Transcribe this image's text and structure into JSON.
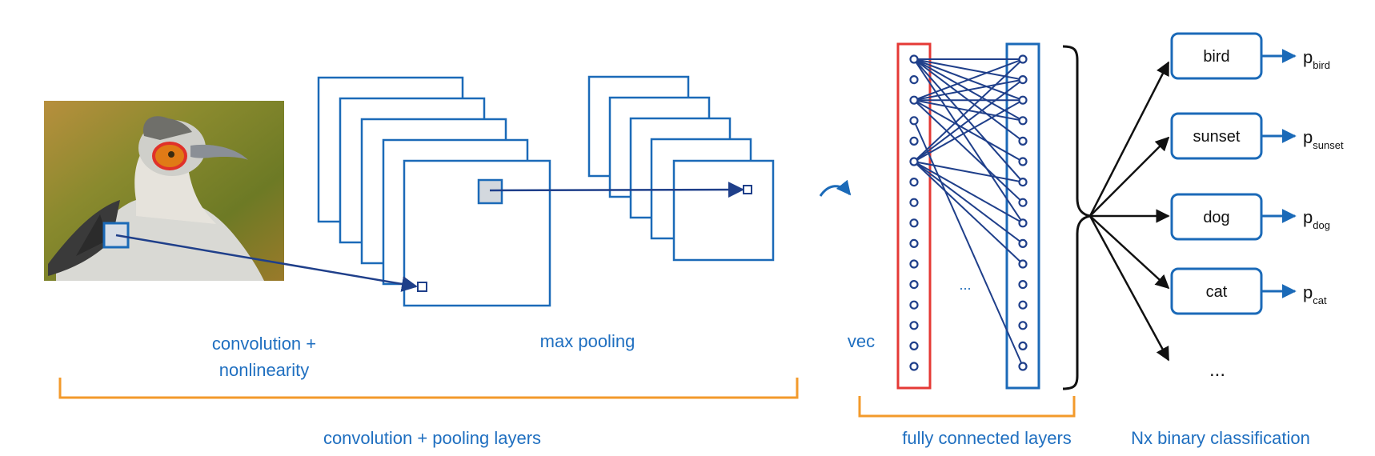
{
  "labels": {
    "conv_line1": "convolution +",
    "conv_line2": "nonlinearity",
    "max_pooling": "max pooling",
    "vec": "vec",
    "ellipsis_fc": "...",
    "conv_pool_layers": "convolution + pooling layers",
    "fully_connected": "fully connected layers",
    "binary_classification": "Nx binary classification",
    "ellipsis_classes": "..."
  },
  "classes": [
    {
      "label": "bird",
      "prob_base": "p",
      "prob_sub": "bird"
    },
    {
      "label": "sunset",
      "prob_base": "p",
      "prob_sub": "sunset"
    },
    {
      "label": "dog",
      "prob_base": "p",
      "prob_sub": "dog"
    },
    {
      "label": "cat",
      "prob_base": "p",
      "prob_sub": "cat"
    }
  ],
  "colors": {
    "primary_blue": "#1b6ab8",
    "dark_navy": "#1f3f8a",
    "highlight_red": "#e53935",
    "bracket_orange": "#f39a2b",
    "label_blue": "#1f6fc0",
    "black": "#111111"
  },
  "icons": {
    "input_image": "bird-photo-icon"
  }
}
